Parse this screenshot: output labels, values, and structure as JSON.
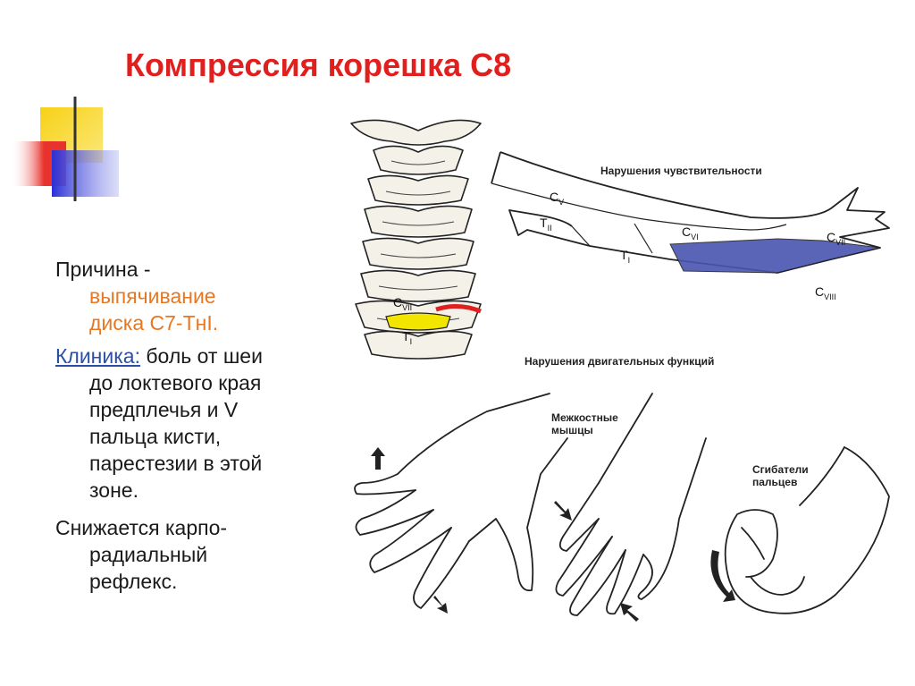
{
  "title": "Компрессия корешка С8",
  "text": {
    "cause_label": "Причина -",
    "cause_line1": "выпячивание",
    "cause_line2": "диска С7-ТнI.",
    "clinic_label": "Клиника:",
    "clinic_line1": " боль от шеи",
    "clinic_line2": "до локтевого края",
    "clinic_line3": "предплечья и V",
    "clinic_line4": "пальца кисти,",
    "clinic_line5": "парестезии в этой",
    "clinic_line6": "зоне.",
    "reflex_line1": "Снижается карпо-",
    "reflex_line2": "радиальный",
    "reflex_line3": "рефлекс."
  },
  "figure": {
    "spine_labels": {
      "c7": "C",
      "c7_sub": "VII",
      "t1": "T",
      "t1_sub": "I"
    },
    "arm_caption": "Нарушения чувствительности",
    "arm_labels": {
      "cv": "C",
      "cv_sub": "V",
      "tii": "T",
      "tii_sub": "II",
      "ti": "T",
      "ti_sub": "I",
      "cvi": "C",
      "cvi_sub": "VI",
      "cvii": "C",
      "cvii_sub": "VII",
      "cviii": "C",
      "cviii_sub": "VIII"
    },
    "motor_caption": "Нарушения двигательных функций",
    "interosseous_line1": "Межкостные",
    "interosseous_line2": "мышцы",
    "flexors_line1": "Сгибатели",
    "flexors_line2": "пальцев"
  },
  "colors": {
    "title": "#e0201e",
    "accent_orange": "#e87722",
    "link_blue": "#2b4fa8",
    "deco_yellow": "#f7d117",
    "deco_red": "#e8322d",
    "deco_blue": "#2a2fd6",
    "zone_c8": "#4a55b0",
    "disc_yellow": "#f2e500"
  }
}
